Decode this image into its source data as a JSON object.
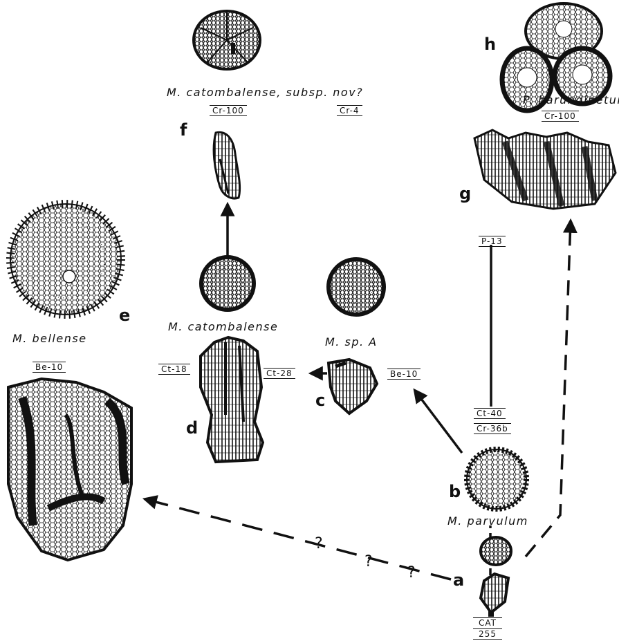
{
  "figure": {
    "colors": {
      "ink": "#111111",
      "background": "#ffffff"
    },
    "specimens": {
      "a": {
        "letter": "a",
        "samples": [
          {
            "line1": "CAT",
            "line2": "255"
          }
        ]
      },
      "b": {
        "letter": "b",
        "name": "M. parvulum",
        "samples": [
          {
            "label": "Ct-40"
          },
          {
            "label": "Cr-36b"
          }
        ]
      },
      "c": {
        "letter": "c",
        "name": "M. sp. A",
        "samples": [
          {
            "label": "Ct-28"
          },
          {
            "label": "Be-10"
          }
        ]
      },
      "d": {
        "letter": "d",
        "name": "M. catombalense",
        "samples": [
          {
            "label": "Ct-18"
          }
        ]
      },
      "e": {
        "letter": "e",
        "name": "M. bellense",
        "samples": [
          {
            "label": "Be-10"
          }
        ]
      },
      "f": {
        "letter": "f",
        "name": "M. catombalense, subsp. nov?",
        "samples": [
          {
            "label": "Cr-100"
          },
          {
            "label": "Cr-4"
          }
        ]
      },
      "g": {
        "letter": "g",
        "samples": [
          {
            "label": "P-13"
          }
        ]
      },
      "h": {
        "letter": "h",
        "name": "P. harundinetum",
        "samples": [
          {
            "label": "Cr-100"
          }
        ]
      }
    },
    "uncertain_links": {
      "mark": "?"
    }
  }
}
